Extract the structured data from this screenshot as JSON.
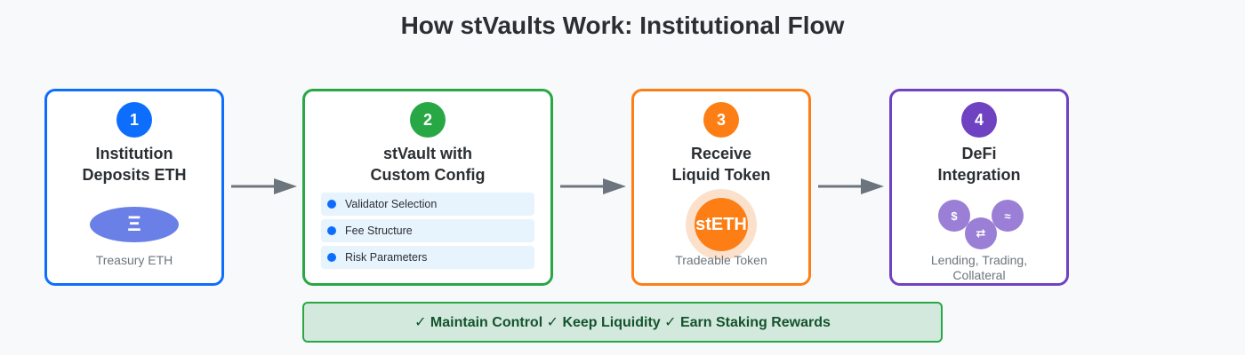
{
  "title": "How stVaults Work: Institutional Flow",
  "colors": {
    "step1": "#0d6efd",
    "step2": "#28a745",
    "step3": "#fd7e14",
    "step4": "#6f42c1",
    "arrow": "#6c757d"
  },
  "steps": [
    {
      "number": "1",
      "title_lines": [
        "Institution",
        "Deposits ETH"
      ],
      "icon": "eth-icon",
      "icon_glyph": "Ξ",
      "caption": "Treasury ETH"
    },
    {
      "number": "2",
      "title_lines": [
        "stVault with",
        "Custom Config"
      ],
      "config_items": [
        "Validator Selection",
        "Fee Structure",
        "Risk Parameters"
      ]
    },
    {
      "number": "3",
      "title_lines": [
        "Receive",
        "Liquid Token"
      ],
      "token_label": "stETH",
      "caption": "Tradeable Token"
    },
    {
      "number": "4",
      "title_lines": [
        "DeFi",
        "Integration"
      ],
      "icons": [
        {
          "name": "dollar-icon",
          "glyph": "$"
        },
        {
          "name": "swap-icon",
          "glyph": "⇄"
        },
        {
          "name": "waves-icon",
          "glyph": "≈"
        }
      ],
      "caption_lines": [
        "Lending, Trading,",
        "Collateral"
      ]
    }
  ],
  "banner": "✓ Maintain Control ✓ Keep Liquidity ✓ Earn Staking Rewards"
}
